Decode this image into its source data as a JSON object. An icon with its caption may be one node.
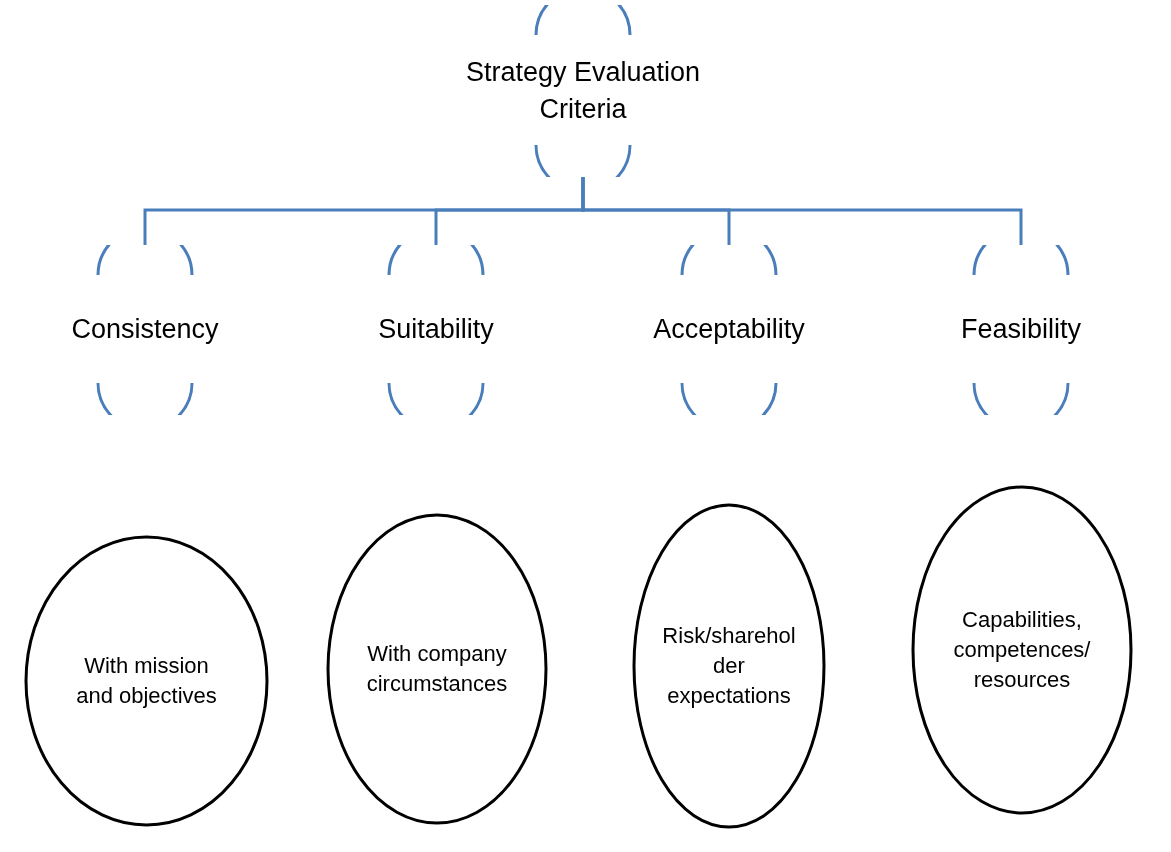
{
  "diagram": {
    "nodes": [
      {
        "text": [
          "Strategy Evaluation Criteria"
        ]
      },
      {
        "text": [
          "Consistency"
        ]
      },
      {
        "text": [
          "Suitability"
        ]
      },
      {
        "text": [
          "Acceptability"
        ]
      },
      {
        "text": [
          "Feasibility"
        ]
      },
      {
        "text": [
          "With mission and objectives"
        ]
      },
      {
        "text": [
          "With company circumstances"
        ]
      },
      {
        "text": [
          "Risk/sharehol der expectations"
        ]
      },
      {
        "text": [
          "Capabilities, competences/ resources"
        ]
      }
    ],
    "edges": [
      {
        "from": 0,
        "to": 1,
        "arrow": "none"
      },
      {
        "from": 0,
        "to": 2,
        "arrow": "none"
      },
      {
        "from": 0,
        "to": 3,
        "arrow": "none"
      },
      {
        "from": 0,
        "to": 4,
        "arrow": "none"
      }
    ]
  }
}
